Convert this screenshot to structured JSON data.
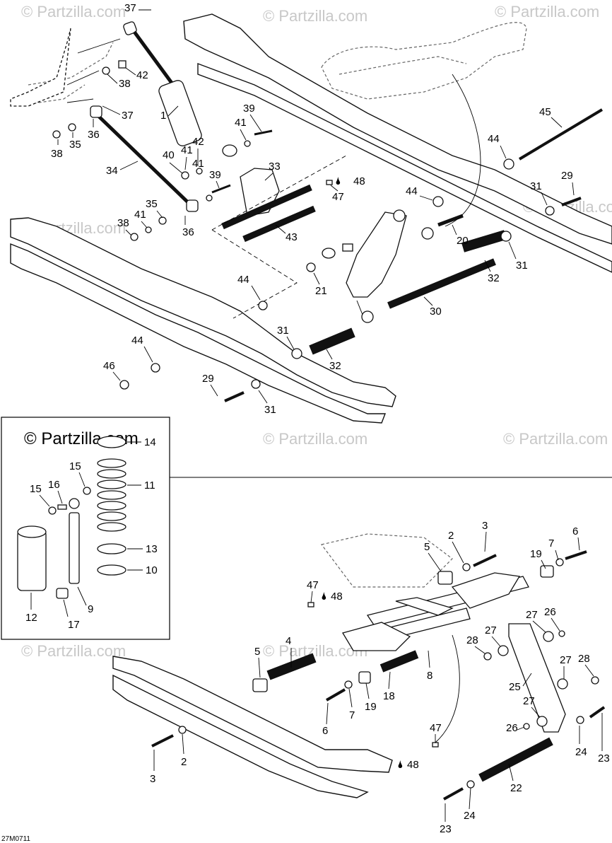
{
  "watermark": "© Partzilla.com",
  "inset_watermark": "© Partzilla.com",
  "drawing_code": "27M0711",
  "callouts": {
    "c37a": "37",
    "c42a": "42",
    "c38a": "38",
    "c37b": "37",
    "c1": "1",
    "c39a": "39",
    "c38b": "38",
    "c35a": "35",
    "c36a": "36",
    "c42b": "42",
    "c41a": "41",
    "c40": "40",
    "c41b": "41",
    "c39b": "39",
    "c34": "34",
    "c33": "33",
    "c48a": "48",
    "c47a": "47",
    "c35b": "35",
    "c41c": "41",
    "c38c": "38",
    "c36b": "36",
    "c43": "43",
    "c45": "45",
    "c44a": "44",
    "c29a": "29",
    "c31a": "31",
    "c44b": "44",
    "c20": "20",
    "c21": "21",
    "c32a": "32",
    "c31b": "31",
    "c44c": "44",
    "c30": "30",
    "c31c": "31",
    "c32b": "32",
    "c44d": "44",
    "c46": "46",
    "c29b": "29",
    "c31d": "31",
    "c14": "14",
    "c15a": "15",
    "c11": "11",
    "c15b": "15",
    "c16": "16",
    "c13": "13",
    "c10": "10",
    "c12": "12",
    "c9": "9",
    "c17": "17",
    "c3a": "3",
    "c2a": "2",
    "c5a": "5",
    "c6a": "6",
    "c19a": "19",
    "c7a": "7",
    "c47b": "47",
    "c48b": "48",
    "c27a": "27",
    "c26a": "26",
    "c28a": "28",
    "c27b": "27",
    "c4": "4",
    "c5b": "5",
    "c8": "8",
    "c25": "25",
    "c27c": "27",
    "c28b": "28",
    "c18": "18",
    "c19b": "19",
    "c7b": "7",
    "c6b": "6",
    "c47c": "47",
    "c48c": "48",
    "c27d": "27",
    "c26b": "26",
    "c24a": "24",
    "c23a": "23",
    "c3b": "3",
    "c2b": "2",
    "c22": "22",
    "c24b": "24",
    "c23b": "23"
  }
}
